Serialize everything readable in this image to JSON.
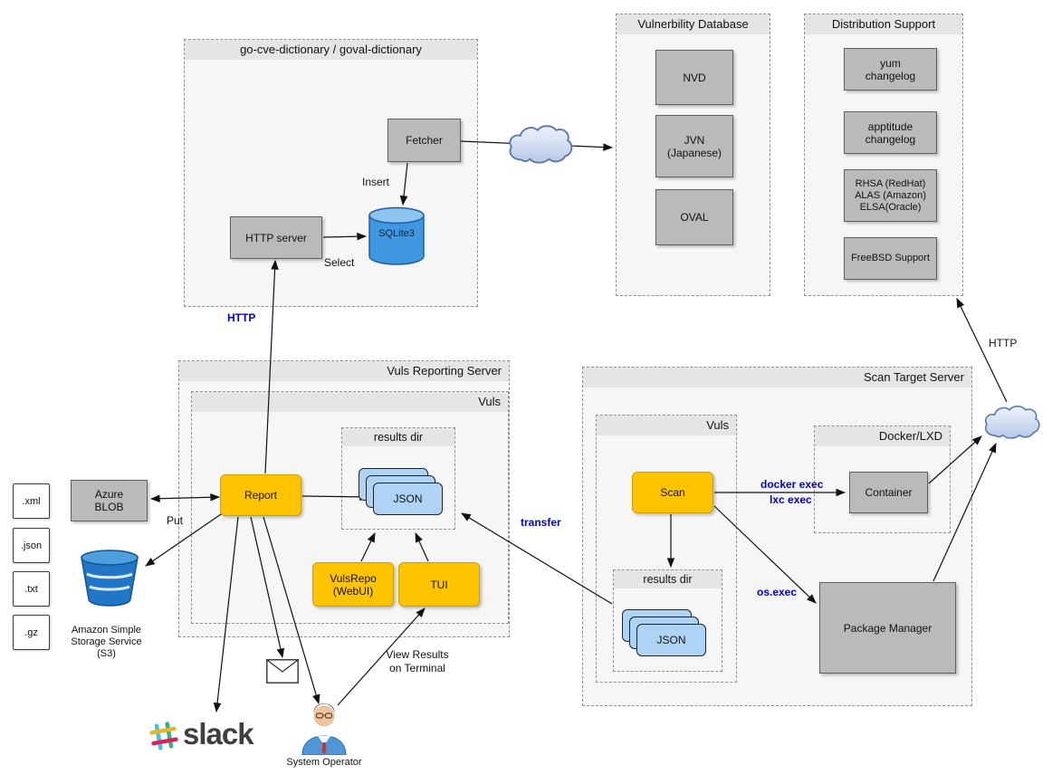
{
  "containers": {
    "dict": "go-cve-dictionary / goval-dictionary",
    "vulndb": "Vulnerbility Database",
    "distro": "Distribution Support",
    "reporting": "Vuls Reporting Server",
    "reporting_vuls": "Vuls",
    "results_dir_report": "results dir",
    "scan_server": "Scan Target Server",
    "scan_vuls": "Vuls",
    "results_dir_scan": "results dir",
    "docker": "Docker/LXD"
  },
  "nodes": {
    "fetcher": "Fetcher",
    "http_server": "HTTP server",
    "sqlite": "SQLite3",
    "nvd": "NVD",
    "jvn": [
      "JVN",
      "(Japanese)"
    ],
    "oval": "OVAL",
    "yum": [
      "yum",
      "changelog"
    ],
    "apptitude": [
      "apptitude",
      "changelog"
    ],
    "rhsa": [
      "RHSA (RedHat)",
      "ALAS (Amazon)",
      "ELSA(Oracle)"
    ],
    "freebsd": "FreeBSD Support",
    "azure": [
      "Azure",
      "BLOB"
    ],
    "report": "Report",
    "vulsrepo": [
      "VulsRepo",
      "(WebUI)"
    ],
    "tui": "TUI",
    "scan": "Scan",
    "container": "Container",
    "package_manager": "Package Manager",
    "json_card": "JSON"
  },
  "files": [
    ".xml",
    ".json",
    ".txt",
    ".gz"
  ],
  "edge_labels": {
    "insert": "Insert",
    "select": "Select",
    "http_dict": "HTTP",
    "put": "Put",
    "transfer": "transfer",
    "docker_exec": "docker exec",
    "lxc_exec": "lxc exec",
    "os_exec": "os.exec",
    "http_distro": "HTTP"
  },
  "captions": {
    "s3": [
      "Amazon Simple",
      "Storage Service",
      "(S3)"
    ],
    "slack": "slack",
    "system_operator": "System Operator",
    "view_results": [
      "View Results",
      "on Terminal"
    ]
  },
  "colors": {
    "process_yellow": "#ffc400",
    "component_gray": "#bababa",
    "json_blue": "#aed3f5",
    "sqlite_blue": "#3f97e0",
    "edge_label_blue": "#0000cc"
  }
}
